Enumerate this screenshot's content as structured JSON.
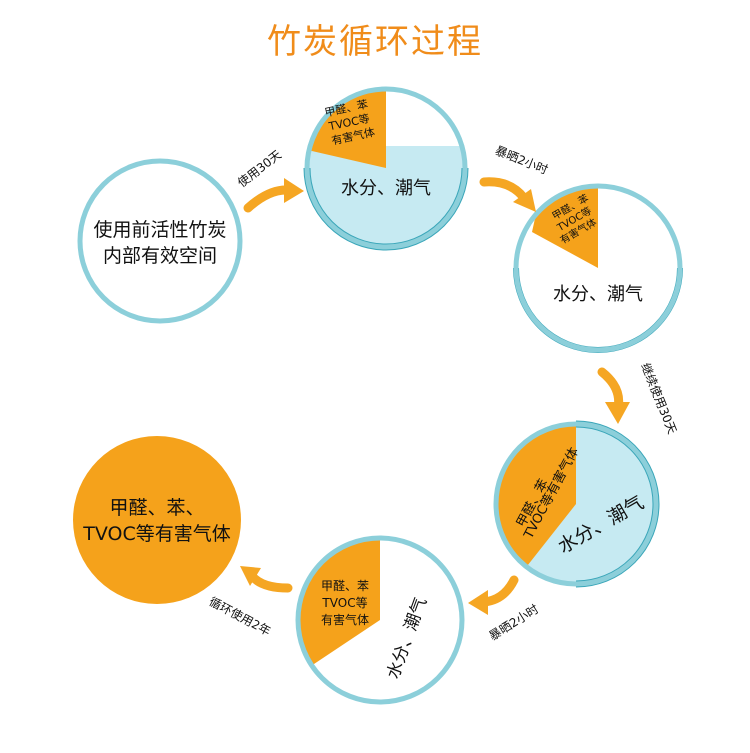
{
  "title": "竹炭循环过程",
  "colors": {
    "title": "#f08c1a",
    "orange": "#f5a21b",
    "arrow": "#f5a623",
    "ring": "#8ccfda",
    "ring_dark": "#3aa6b9",
    "cyan_fill": "#c6eaf2",
    "text": "#111111"
  },
  "stages": {
    "initial": {
      "line1": "使用前活性竹炭",
      "line2": "内部有效空间"
    },
    "stage1": {
      "harm": [
        "甲醛、苯",
        "TVOC等",
        "有害气体"
      ],
      "water": "水分、潮气"
    },
    "stage2": {
      "harm": [
        "甲醛、苯",
        "TVOC等",
        "有害气体"
      ],
      "water": "水分、潮气"
    },
    "stage3": {
      "harm": [
        "甲醛、苯",
        "TVOC等有害气体"
      ],
      "water": "水分、潮气"
    },
    "stage4": {
      "harm": [
        "甲醛、苯",
        "TVOC等",
        "有害气体"
      ],
      "water": "水分、潮气"
    },
    "final": {
      "line1": "甲醛、苯、",
      "line2": "TVOC等有害气体"
    }
  },
  "arrows": {
    "a1": "使用30天",
    "a2": "暴晒2小时",
    "a3": "继续使用30天",
    "a4": "暴晒2小时",
    "a5": "循环使用2年"
  }
}
